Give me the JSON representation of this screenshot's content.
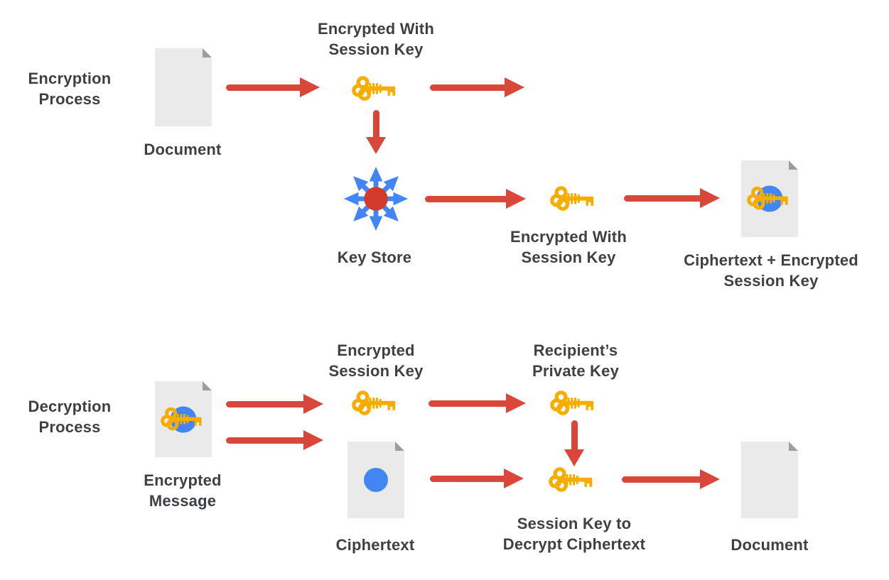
{
  "colors": {
    "arrow_red": "#D8473A",
    "hub_red": "#D33B2D",
    "key_gold": "#F7AC00",
    "circle_blue": "#4285F4",
    "burst_blue": "#4285F4",
    "doc_gray": "#EAEAEA",
    "fold_gray": "#9B9DA1",
    "text_gray": "#3E4144"
  },
  "encryption": {
    "title": "Encryption\nProcess",
    "document_label": "Document",
    "encrypted_with_session_key_top": "Encrypted With\nSession Key",
    "key_store_label": "Key Store",
    "encrypted_with_session_key_mid": "Encrypted With\nSession Key",
    "ciphertext_plus_key_label": "Ciphertext + Encrypted\nSession Key"
  },
  "decryption": {
    "title": "Decryption\nProcess",
    "encrypted_message_label": "Encrypted\nMessage",
    "encrypted_session_key_label": "Encrypted\nSession Key",
    "recipients_private_key_label": "Recipient’s\nPrivate Key",
    "ciphertext_label": "Ciphertext",
    "session_key_to_decrypt_label": "Session Key to\nDecrypt Ciphertext",
    "document_label": "Document"
  },
  "icons": {
    "session_key": "session-key-icon",
    "key_store": "key-store-burst-icon",
    "document": "document-icon",
    "encrypted_document": "encrypted-document-icon",
    "ciphertext_document": "ciphertext-document-icon",
    "flow_arrow_right": "arrow-right-icon",
    "flow_arrow_down": "arrow-down-icon"
  }
}
